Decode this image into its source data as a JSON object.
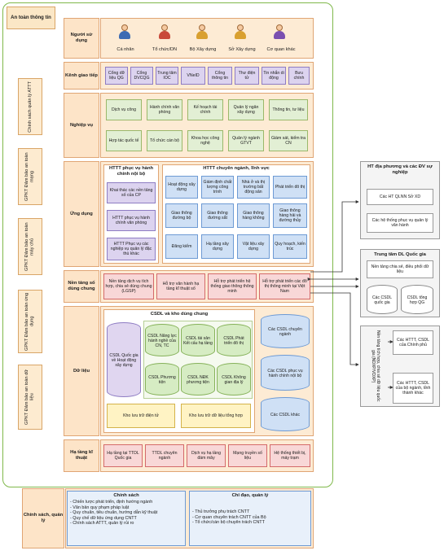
{
  "left": {
    "title": "An toàn thông tin",
    "panels": [
      "Chính sách quản lý ATTT",
      "GPKT Đảm bảo an toàn mạng",
      "GPKT Đảm bảo an toàn máy chủ",
      "GPKT Đảm bảo an toàn ứng dụng",
      "GPKT Đảm bảo an toàn dữ liệu"
    ]
  },
  "rows": {
    "users": "Người sử dụng",
    "channels": "Kênh giao tiếp",
    "business": "Nghiệp vụ",
    "apps": "Ứng dụng",
    "platform": "Nền tảng số dùng chung",
    "data": "Dữ liệu",
    "infra": "Hạ tầng kĩ thuật",
    "policy": "Chính sách, quản lý"
  },
  "users": [
    "Cá nhân",
    "Tổ chức/DN",
    "Bộ Xây dựng",
    "Sở Xây dựng",
    "Cơ quan khác"
  ],
  "channels": [
    "Cổng dữ liệu QG",
    "Cổng DVCQG",
    "Trung tâm IOC",
    "VNeID",
    "Cổng thông tin",
    "Thư điện tử",
    "Tin nhắn di động",
    "Bưu chính"
  ],
  "business": [
    "Dịch vụ công",
    "Hành chính văn phòng",
    "Kế hoạch tài chính",
    "Quản lý ngân xây dựng",
    "Thông tin, tư liệu",
    "Hợp tác quốc tế",
    "Tổ chức cán bộ",
    "Khoa học công nghệ",
    "Quản lý ngành GTVT",
    "Giám sát, kiểm tra CN"
  ],
  "apps": {
    "admin_title": "HTTT phục vụ hành chính nội bộ",
    "admin": [
      "Khai thác các nền tảng số của CP",
      "HTTT phục vụ hành chính văn phòng",
      "HTTT Phục vụ các nghiệp vụ quản lý đặc thù khác"
    ],
    "special_title": "HTTT chuyên ngành, lĩnh vực",
    "special": [
      "Hoạt động xây dựng",
      "Giám định chất lượng công trình",
      "Nhà ở và thị trường bất động sản",
      "Phát triển đô thị",
      "Giao thông đường bộ",
      "Giao thông đường sắt",
      "Giao thông hàng không",
      "Giao thông hàng hải và đường thủy",
      "Đăng kiểm",
      "Hạ tầng xây dựng",
      "Vật liệu xây dựng",
      "Quy hoạch, kiến trúc"
    ]
  },
  "platform": [
    "Nền tảng dịch vụ tích hợp, chia sẻ dùng chung (LGSP)",
    "Hỗ trợ văn hành hạ tầng kĩ thuật số",
    "Hỗ trợ phát triển hệ thống giao thông thông minh",
    "Hỗ trợ phát triển các đô thị thông minh tại Việt Nam"
  ],
  "data": {
    "title": "CSDL và kho dùng chung",
    "national": "CSDL Quốc gia về Hoạt động xây dựng",
    "inner": [
      "CSDL Năng lực hành nghề của CN, TC",
      "CSDL tài sản Kết cấu hạ tầng",
      "CSDL Phát triển đô thị",
      "CSDL Phương tiện",
      "CSDL NĐK phương tiện",
      "CSDL Không gian địa lý"
    ],
    "warehouses": [
      "Kho lưu trữ điện tử",
      "Kho lưu trữ dữ liệu tổng hợp"
    ],
    "right": [
      "Các CSDL chuyên ngành",
      "Các CSDL phục vụ hành chính nội bộ",
      "Các CSDL khác"
    ]
  },
  "infra": [
    "Hạ tầng tại TTDL Quốc gia",
    "TTDL chuyên ngành",
    "Dịch vụ hạ tầng đám mây",
    "Mạng truyền số liệu",
    "Hệ thống thiết bị, máy trạm"
  ],
  "policy": {
    "left_title": "Chính sách",
    "left": [
      "- Chiến lược phát triển, định hướng ngành",
      "- Văn bản quy phạm pháp luật",
      "- Quy chuẩn, tiêu chuẩn, hướng dẫn kỹ thuật",
      "- Quy chế dữ liệu ứng dụng CNTT",
      "- Chính sách ATTT, quản lý rủi ro"
    ],
    "right_title": "Chỉ đạo, quản lý",
    "right": [
      "- Thủ trưởng phụ trách CNTT",
      "- Cơ quan chuyên trách CNTT của Bộ",
      "- Tổ chức/cán bộ chuyên trách CNTT"
    ]
  },
  "side": {
    "local_title": "HT địa phương và các ĐV sự nghiệp",
    "local": [
      "Các HT QLNN Sở XD",
      "Các hệ thống phục vụ quản lý văn hành"
    ],
    "center_title": "Trung tâm DL Quốc gia",
    "center_box": "Nền tảng chia sẻ, điều phối dữ liệu",
    "center_cyl": [
      "Các CSDL quốc gia",
      "CSDL tổng hợp QG"
    ],
    "ndxp": "Nền tảng tích hợp, chia sẻ dữ liệu quốc gia (NDXP/VDXP)",
    "out": [
      "Các HTTT, CSDL của Chính phủ",
      "Các HTTT, CSDL của bộ ngành, tỉnh thành khác"
    ]
  },
  "colors": {
    "frame": "#7fb84a",
    "row": "#fdebd4",
    "label": "#fde4c8"
  }
}
